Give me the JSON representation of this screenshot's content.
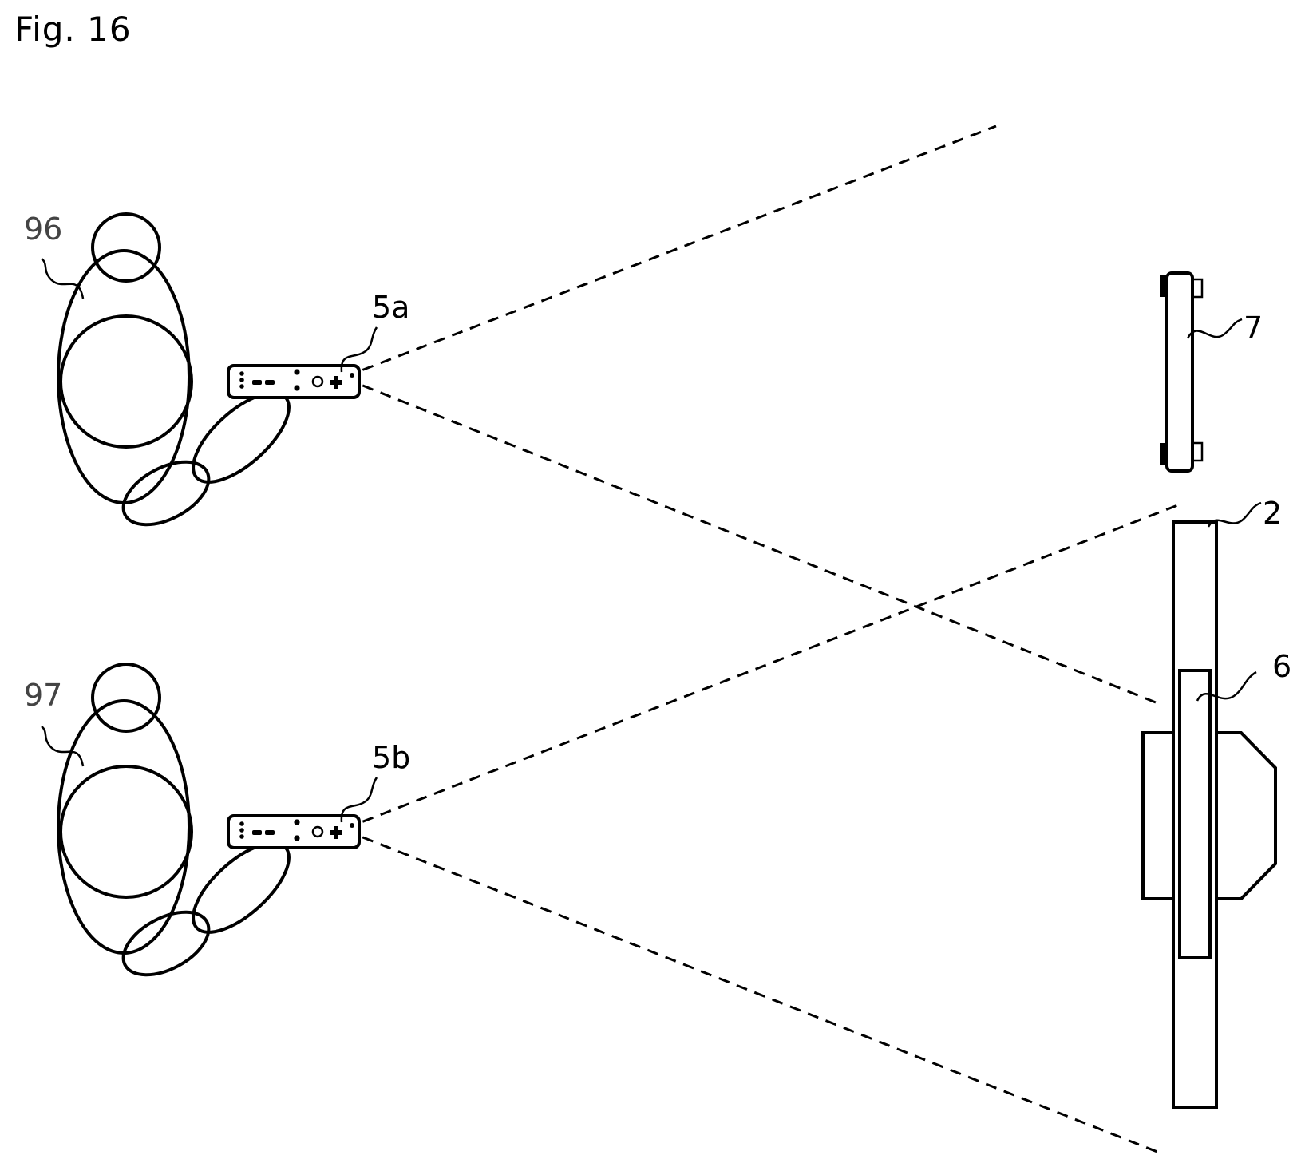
{
  "figure": {
    "title": "Fig. 16"
  },
  "labels": {
    "player_a": "96",
    "player_b": "97",
    "controller_a": "5a",
    "controller_b": "5b",
    "device_7": "7",
    "display_2": "2",
    "display_6": "6"
  },
  "colors": {
    "ink": "#000000",
    "background": "#ffffff"
  }
}
